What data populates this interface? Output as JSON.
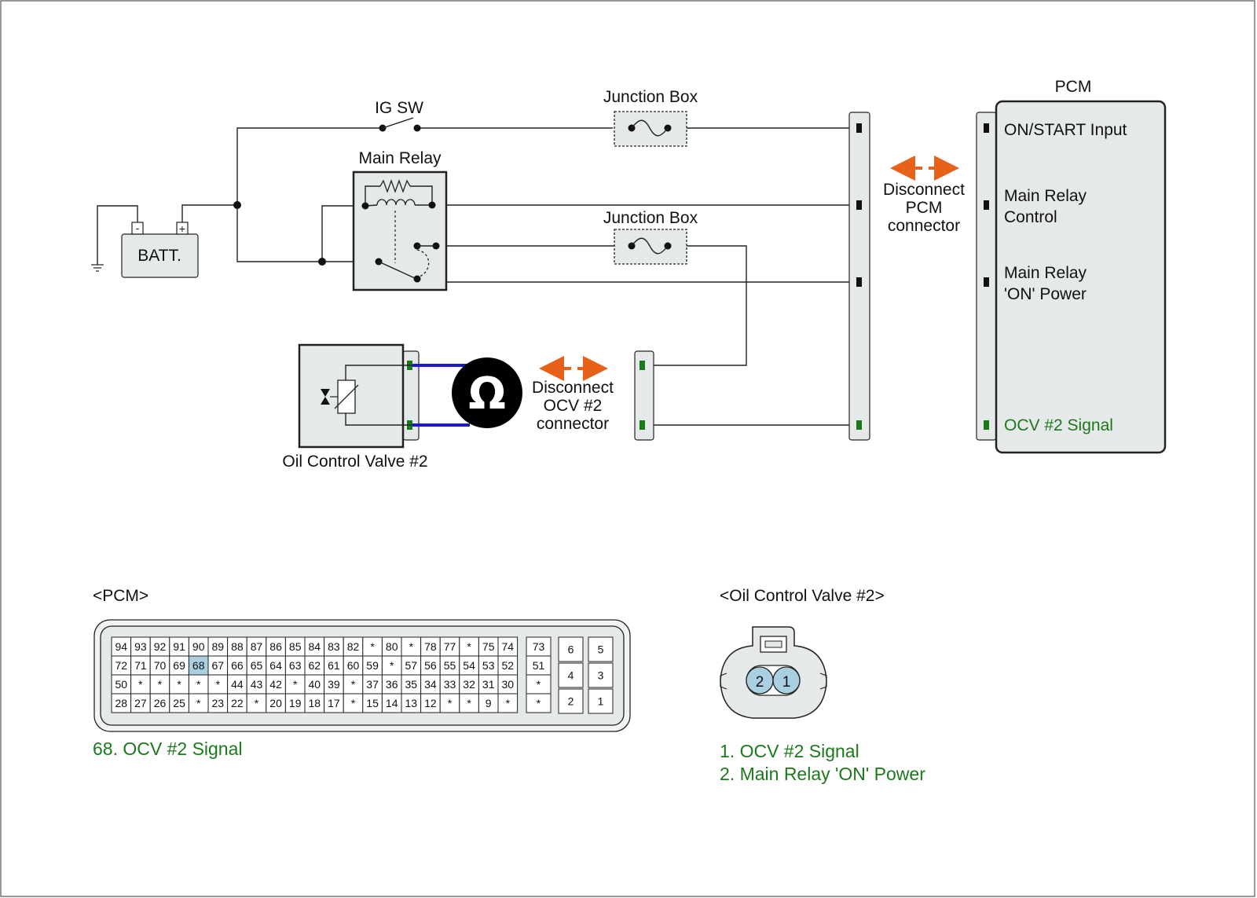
{
  "colors": {
    "signal_green": "#1a7a1a",
    "arrow_orange": "#e8611a",
    "probe_blue": "#1a1acc",
    "highlight_pin": "#a9cfe0",
    "block_fill": "#e6e9ea"
  },
  "labels": {
    "ig_sw": "IG SW",
    "junction_box_1": "Junction Box",
    "junction_box_2": "Junction Box",
    "main_relay": "Main Relay",
    "battery": "BATT.",
    "battery_neg": "-",
    "battery_pos": "+",
    "pcm_title": "PCM",
    "pcm_on_start": "ON/START Input",
    "pcm_main_relay_control": [
      "Main Relay",
      "Control"
    ],
    "pcm_main_relay_on": [
      "Main Relay",
      "'ON' Power"
    ],
    "pcm_ocv_signal": "OCV #2 Signal",
    "disconnect_pcm": [
      "Disconnect",
      "PCM",
      "connector"
    ],
    "disconnect_ocv": [
      "Disconnect",
      "OCV #2",
      "connector"
    ],
    "ohmmeter_symbol": "Ω",
    "ocv_component": "Oil Control Valve #2"
  },
  "pcm_connector": {
    "title": "<PCM>",
    "highlight_pin": "68",
    "main_rows": [
      [
        "94",
        "93",
        "92",
        "91",
        "90",
        "89",
        "88",
        "87",
        "86",
        "85",
        "84",
        "83",
        "82",
        "*",
        "80",
        "*",
        "78",
        "77",
        "*",
        "75",
        "74"
      ],
      [
        "72",
        "71",
        "70",
        "69",
        "68",
        "67",
        "66",
        "65",
        "64",
        "63",
        "62",
        "61",
        "60",
        "59",
        "*",
        "57",
        "56",
        "55",
        "54",
        "53",
        "52"
      ],
      [
        "50",
        "*",
        "*",
        "*",
        "*",
        "*",
        "44",
        "43",
        "42",
        "*",
        "40",
        "39",
        "*",
        "37",
        "36",
        "35",
        "34",
        "33",
        "32",
        "31",
        "30"
      ],
      [
        "28",
        "27",
        "26",
        "25",
        "*",
        "23",
        "22",
        "*",
        "20",
        "19",
        "18",
        "17",
        "*",
        "15",
        "14",
        "13",
        "12",
        "*",
        "*",
        "9",
        "*"
      ]
    ],
    "side_column": [
      "73",
      "51",
      "*",
      "*"
    ],
    "small_block": [
      [
        "6",
        "5"
      ],
      [
        "4",
        "3"
      ],
      [
        "2",
        "1"
      ]
    ],
    "caption": "68. OCV #2 Signal"
  },
  "ocv_connector": {
    "title": "<Oil Control Valve #2>",
    "pins": [
      "2",
      "1"
    ],
    "legend": [
      "1. OCV #2 Signal",
      "2. Main Relay 'ON' Power"
    ]
  }
}
